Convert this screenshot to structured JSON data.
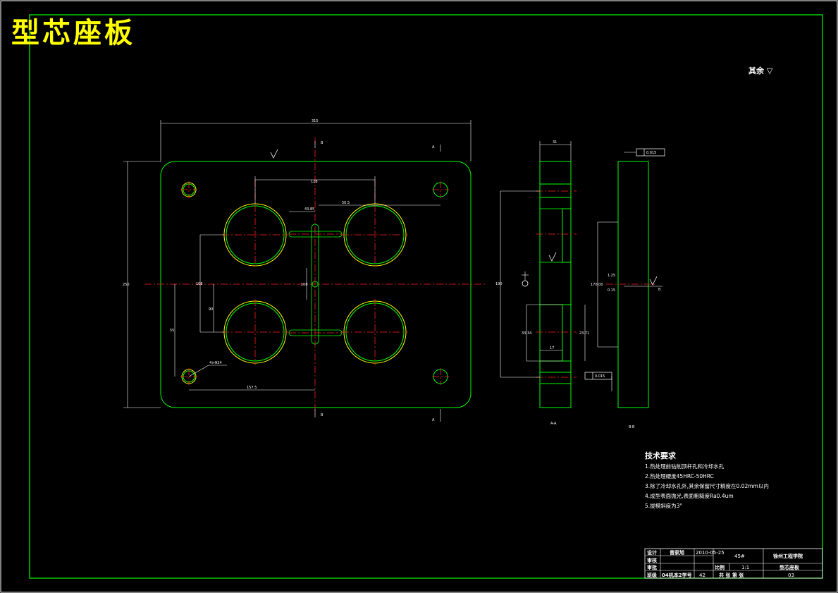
{
  "title": "型芯座板",
  "surface_finish_note": "其余 ▽",
  "dimensions": {
    "overall_width": "315",
    "overall_height": "250",
    "cavity_spacing_x": "128",
    "spacing_a": "50.5",
    "spacing_b": "43.85",
    "spacing_c": "108",
    "spacing_d": "90",
    "spacing_e": "55",
    "spacing_f": "157.5",
    "center_mark": "100",
    "hole_note": "4×Φ24",
    "section_thickness": "31",
    "section_height": "190",
    "section_bore": "23.71",
    "section_depth": "33.34",
    "section_step": "17",
    "side_height": "170.00",
    "side_a": "1.25",
    "side_b": "0.15",
    "tolerance_top": "0.015",
    "tolerance_bottom": "0.015",
    "datum_b": "B"
  },
  "section_labels": {
    "aa": "A-A",
    "bb": "B-B",
    "a_mark": "A",
    "b_mark": "B"
  },
  "tech_requirements": {
    "heading": "技术要求",
    "items": [
      "1.热处理前钻削顶杆孔和冷却水孔",
      "2.热处理硬度45HRC-50HRC",
      "3.除了冷却水孔外,其余保留尺寸精度在0.02mm以内",
      "4.成型表面抛光,表面粗糙度Ra0.4um",
      "5.拔模斜度为3°"
    ]
  },
  "title_block": {
    "designer_label": "设计",
    "designer": "曾家旭",
    "date": "2010-05-25",
    "checker_label": "审核",
    "reviewer_label": "审批",
    "class_label": "班级",
    "class_value": "04机本2学号",
    "student_no": "42",
    "material": "45#",
    "school": "徐州工程学院",
    "scale_label": "比例",
    "scale": "1:1",
    "part_name": "型芯座板",
    "sheet_label": "共 张 第 张",
    "drawing_no": "03"
  },
  "colors": {
    "border": "#00ff00",
    "title": "#ffff00",
    "centerline": "#ff2020",
    "text": "#ffffff"
  }
}
